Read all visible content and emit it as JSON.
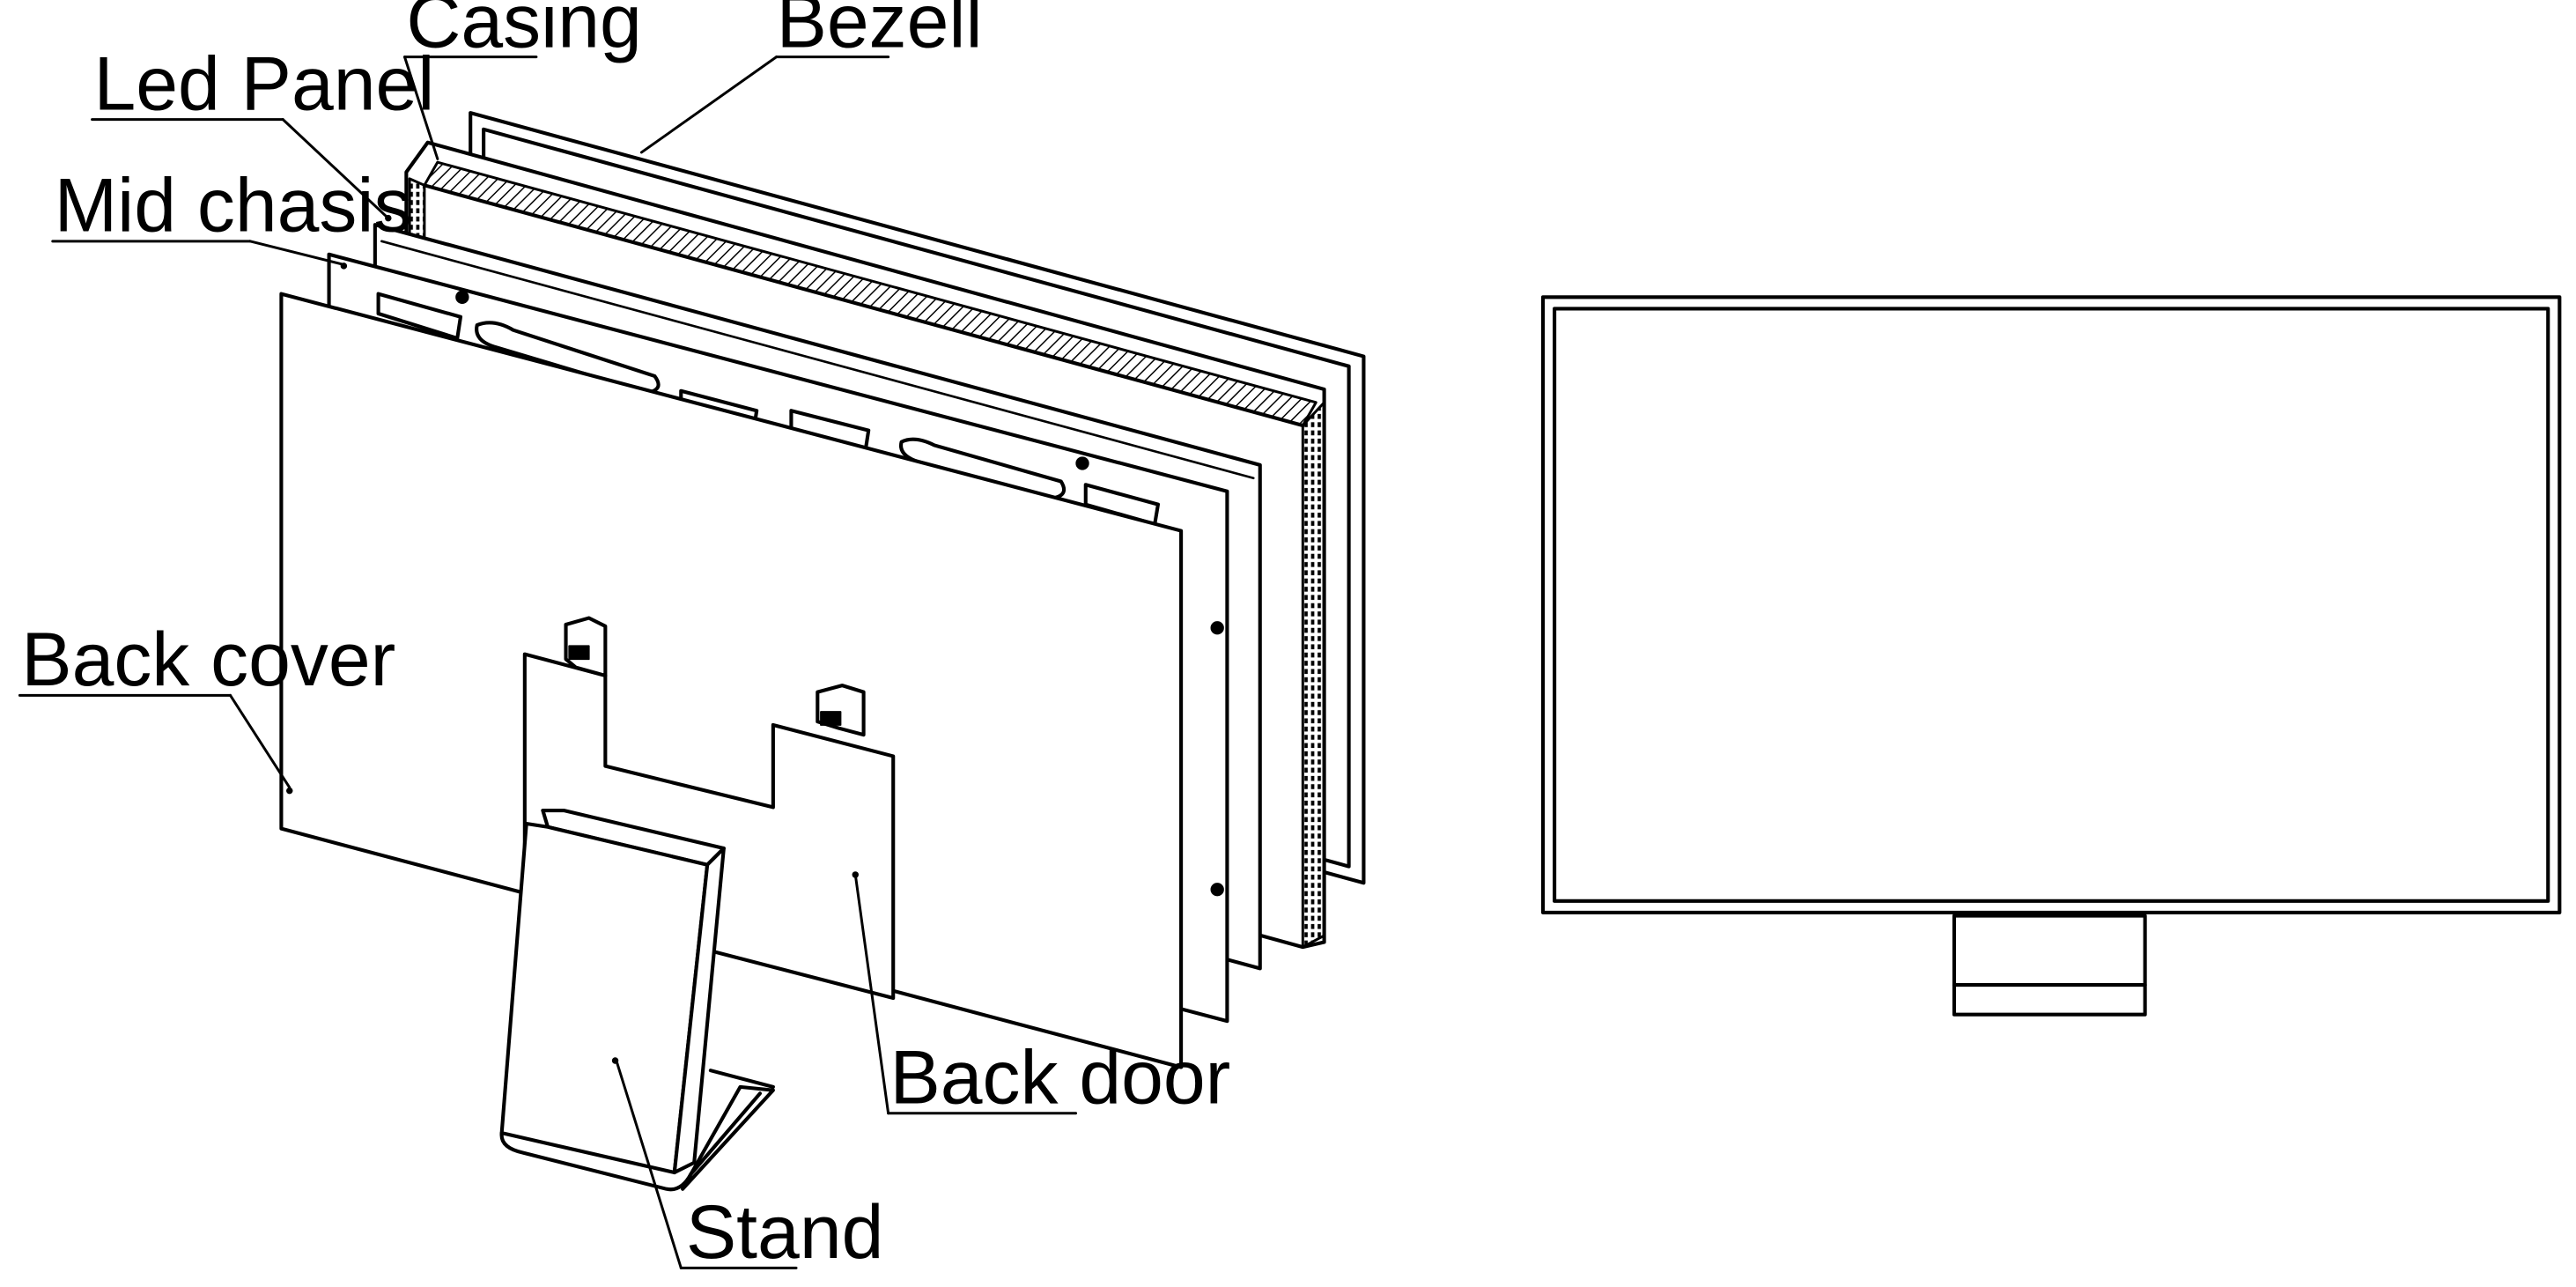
{
  "labels": {
    "casing": "Casing",
    "bezel": "Bezell",
    "led_panel": "Led Panel",
    "mid_chassis": "Mid chasis",
    "back_cover": "Back cover",
    "back_door": "Back door",
    "stand": "Stand"
  },
  "colors": {
    "line": "#000000",
    "background": "#ffffff"
  }
}
